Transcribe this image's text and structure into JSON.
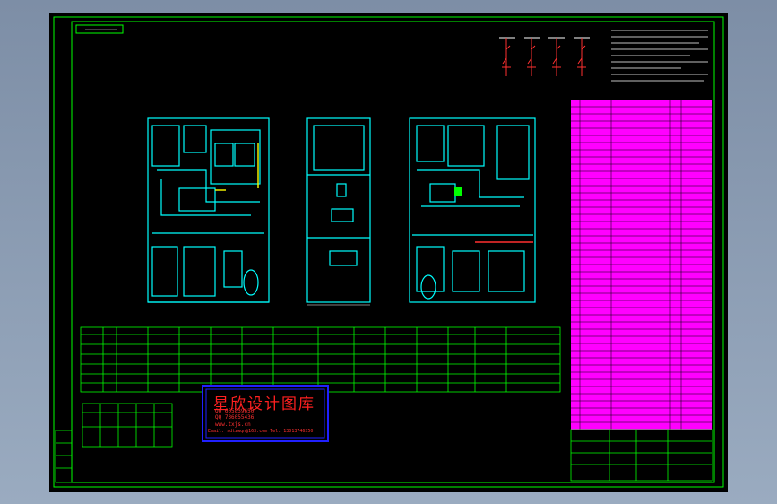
{
  "watermark": {
    "title": "星欣设计图库",
    "qq": "QQ 605839650",
    "qq2": "QQ 736055436",
    "site": "www.txjs.cn",
    "email": "Email: sdtzwqn@163.com  Tel: 13013746250"
  },
  "colors": {
    "frame": "#00ff00",
    "equipment": "#00ffff",
    "table_fill": "#ff00ff",
    "watermark": "#ff2020",
    "watermark_box": "#2020ff",
    "background": "#000000"
  }
}
